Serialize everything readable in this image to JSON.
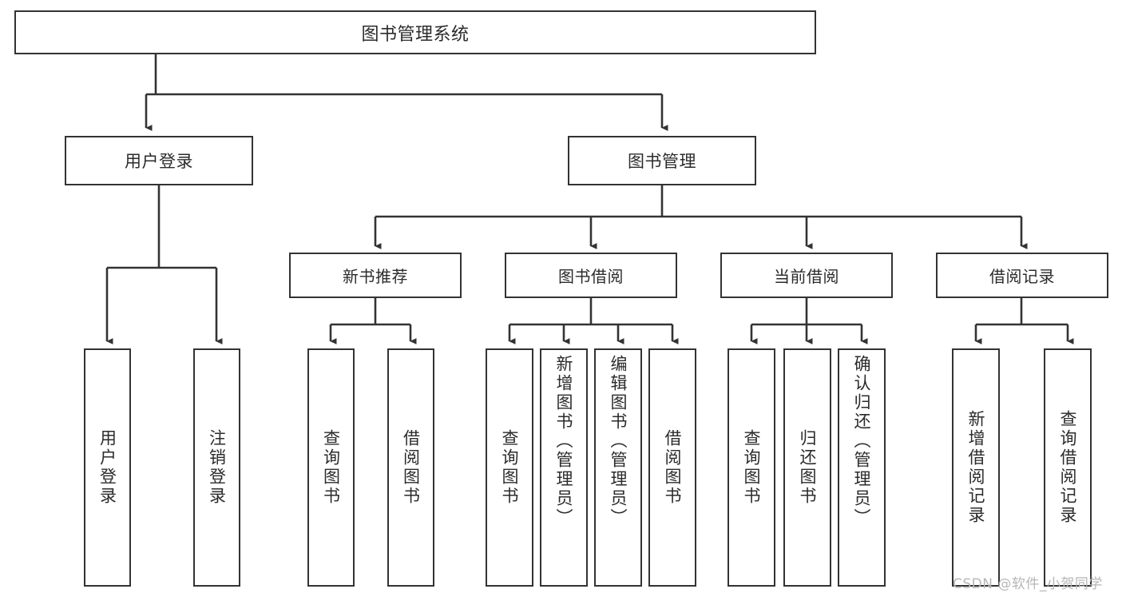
{
  "diagram": {
    "type": "tree-hierarchy",
    "title": "图书管理系统",
    "background_color": "#ffffff",
    "box_border_color": "#333333",
    "connector_color": "#333333",
    "text_color": "#2b2b2b"
  },
  "nodes": {
    "root": {
      "label": "图书管理系统"
    },
    "level2": [
      {
        "id": "user-login",
        "label": "用户登录"
      },
      {
        "id": "book-management",
        "label": "图书管理"
      }
    ],
    "level3": [
      {
        "id": "new-book-recommend",
        "label": "新书推荐"
      },
      {
        "id": "book-borrow",
        "label": "图书借阅"
      },
      {
        "id": "current-borrow",
        "label": "当前借阅"
      },
      {
        "id": "borrow-record",
        "label": "借阅记录"
      }
    ],
    "leaves": {
      "user-login": [
        {
          "id": "leaf-user-login",
          "label": "用户登录",
          "align": "center"
        },
        {
          "id": "leaf-user-logout",
          "label": "注销登录",
          "align": "center"
        }
      ],
      "new-book-recommend": [
        {
          "id": "leaf-query-book-1",
          "label": "查询图书",
          "align": "center"
        },
        {
          "id": "leaf-borrow-book-1",
          "label": "借阅图书",
          "align": "center"
        }
      ],
      "book-borrow": [
        {
          "id": "leaf-query-book-2",
          "label": "查询图书",
          "align": "center"
        },
        {
          "id": "leaf-add-book",
          "label": "新增图书（管理员）",
          "align": "top"
        },
        {
          "id": "leaf-edit-book",
          "label": "编辑图书（管理员）",
          "align": "top"
        },
        {
          "id": "leaf-borrow-book-2",
          "label": "借阅图书",
          "align": "center"
        }
      ],
      "current-borrow": [
        {
          "id": "leaf-query-book-3",
          "label": "查询图书",
          "align": "center"
        },
        {
          "id": "leaf-return-book",
          "label": "归还图书",
          "align": "center"
        },
        {
          "id": "leaf-confirm-return",
          "label": "确认归还（管理员）",
          "align": "top"
        }
      ],
      "borrow-record": [
        {
          "id": "leaf-add-record",
          "label": "新增借阅记录",
          "align": "center"
        },
        {
          "id": "leaf-query-record",
          "label": "查询借阅记录",
          "align": "center"
        }
      ]
    }
  },
  "watermark": {
    "text": "CSDN @软件_小贺同学"
  }
}
